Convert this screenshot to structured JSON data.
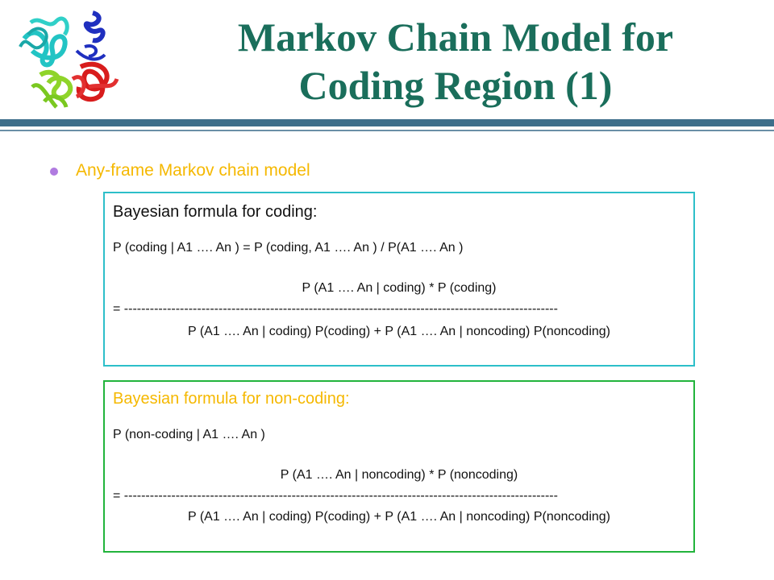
{
  "slide": {
    "title_line1": "Markov Chain Model for",
    "title_line2": "Coding Region (1)"
  },
  "bullet": {
    "text": "Any-frame Markov chain model"
  },
  "coding_box": {
    "title": "Bayesian formula for coding:",
    "line1": "P (coding | A1 …. An ) = P (coding, A1 …. An ) / P(A1 …. An )",
    "numerator": "P (A1 …. An | coding) * P (coding)",
    "divider": "= -----------------------------------------------------------------------------------------------------",
    "denominator": "P (A1 …. An | coding) P(coding) + P (A1 …. An | noncoding) P(noncoding)"
  },
  "noncoding_box": {
    "title": "Bayesian formula for non-coding:",
    "line1": "P (non-coding | A1 …. An )",
    "numerator": "P (A1 …. An | noncoding) * P (noncoding)",
    "divider": "= -----------------------------------------------------------------------------------------------------",
    "denominator": "P (A1 …. An | coding) P(coding) + P (A1 …. An | noncoding) P(noncoding)"
  },
  "colors": {
    "title": "#1a6e5b",
    "bullet_text": "#f5b800",
    "coding_border": "#2dbfc9",
    "noncoding_border": "#22b43c"
  },
  "icons": {
    "logo": "protein-ribbon-icon"
  }
}
